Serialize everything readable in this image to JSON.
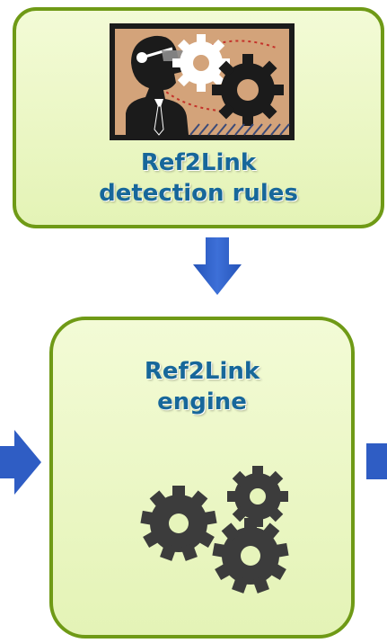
{
  "rules": {
    "title_line1": "Ref2Link",
    "title_line2": "detection rules",
    "image_icon": "person-with-gears-icon"
  },
  "engine": {
    "title_line1": "Ref2Link",
    "title_line2": "engine",
    "image_icon": "gears-icon"
  },
  "arrows": {
    "down": "arrow-down-icon",
    "in": "arrow-right-icon",
    "out": "arrow-right-icon"
  },
  "colors": {
    "box_fill": "#e4f3b6",
    "box_border": "#6f9a16",
    "title_text": "#17679a",
    "arrow": "#2f5dc4",
    "gear": "#3c3c3c"
  }
}
